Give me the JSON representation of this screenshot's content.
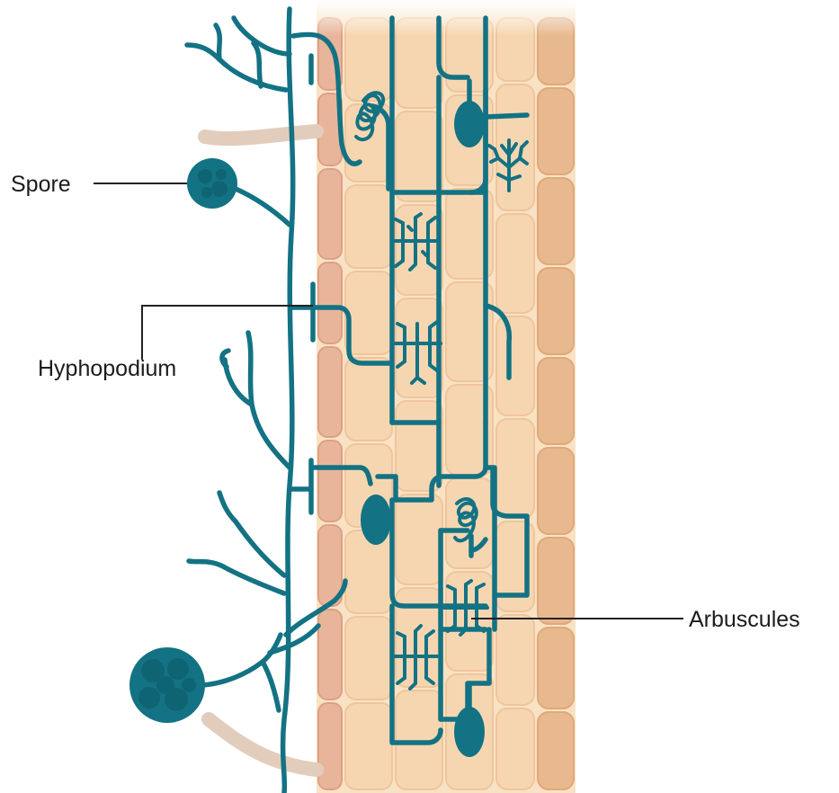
{
  "labels": {
    "spore": "Spore",
    "hyphopodium": "Hyphopodium",
    "arbuscules": "Arbuscules"
  },
  "colors": {
    "hyphae": "#137283",
    "spore_fill": "#137283",
    "root_cell": "#f6d6b1",
    "root_outer_cell": "#e8b98e",
    "epidermis": "#e9b59a",
    "root_hair": "#e2cdbd"
  }
}
